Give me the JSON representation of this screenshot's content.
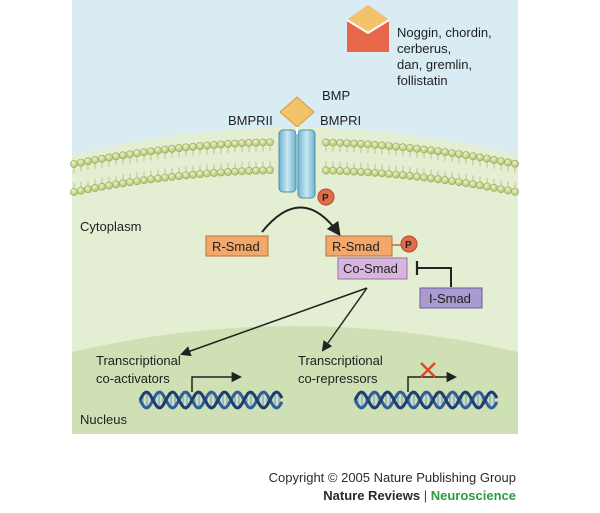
{
  "inhibitors_label": [
    "Noggin, chordin,",
    "cerberus,",
    "dan, gremlin,",
    "follistatin"
  ],
  "ligand_label": "BMP",
  "receptor_type2_label": "BMPRII",
  "receptor_type1_label": "BMPRI",
  "phosphate_label": "P",
  "cytoplasm_label": "Cytoplasm",
  "nucleus_label": "Nucleus",
  "r_smad_label": "R-Smad",
  "co_smad_label": "Co-Smad",
  "i_smad_label": "I-Smad",
  "coactivators_label": [
    "Transcriptional",
    "co-activators"
  ],
  "corepressors_label": [
    "Transcriptional",
    "co-repressors"
  ],
  "copyright": "Copyright © 2005 Nature Publishing Group",
  "brand": {
    "journal_family": "Nature Reviews",
    "separator": "|",
    "journal": "Neuroscience"
  },
  "colors": {
    "extracellular": "#d9ecf3",
    "cytoplasm": "#e3eed3",
    "nucleus": "#cfe0b4",
    "membrane_head": "#c8d88a",
    "receptor": "#8cc6dc",
    "ligand": "#f2c36a",
    "inhibitor": "#e8664a",
    "smad": "#f2a86a",
    "co_smad": "#d6b6dc",
    "i_smad": "#a99ad0",
    "phosphate": "#e26d4a",
    "dna_strand": "#2f5f98",
    "block_mark": "#e0452a",
    "journal_green": "#2f9b45"
  }
}
